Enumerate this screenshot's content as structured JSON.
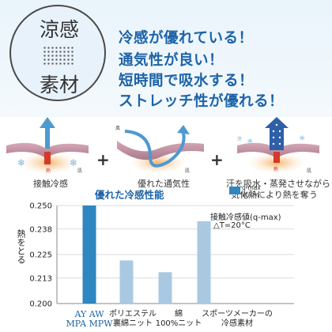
{
  "badge": {
    "top_text": "涼感",
    "bottom_text": "素材"
  },
  "headlines": [
    "冷感が優れている！",
    "通気性が良い！",
    "短時間で吸水する！",
    "ストレッチ性が優れる！"
  ],
  "features": [
    {
      "label": "接触冷感",
      "small_labels": [
        "熱",
        "肌"
      ],
      "icon": "cool-touch-icon"
    },
    {
      "label": "優れた通気性",
      "small_labels": [
        "風",
        "肌"
      ],
      "icon": "airflow-icon"
    },
    {
      "label_lines": [
        "汗を吸水・蒸発させながら",
        "気化熱により熱を奪う"
      ],
      "small_labels": [
        "汗",
        "熱",
        "肌"
      ],
      "icon": "sweat-evaporation-icon"
    }
  ],
  "plus_sign": "+",
  "chart_data": {
    "type": "bar",
    "title": "優れた冷感性能",
    "legend": {
      "line1": "q-max",
      "line2": "W/cm²"
    },
    "ylabel": "熱をとる",
    "annotation": [
      "接触冷感値(q-max)",
      "△T=20°C"
    ],
    "ylim": [
      0.2,
      0.25
    ],
    "yticks": [
      "0.250",
      "0.238",
      "0.225",
      "0.213",
      "0.200"
    ],
    "categories": [
      [
        "AY AW",
        "MPA MPW"
      ],
      [
        "ポリエステル",
        "裏綿ニット"
      ],
      [
        "綿",
        "100%ニット"
      ],
      [
        "スポーツメーカーの",
        "冷感素材"
      ]
    ],
    "values": [
      0.25,
      0.222,
      0.216,
      0.242
    ],
    "colors": [
      "#2f86c0",
      "#a9c9e2",
      "#a9c9e2",
      "#a9c9e2"
    ]
  }
}
